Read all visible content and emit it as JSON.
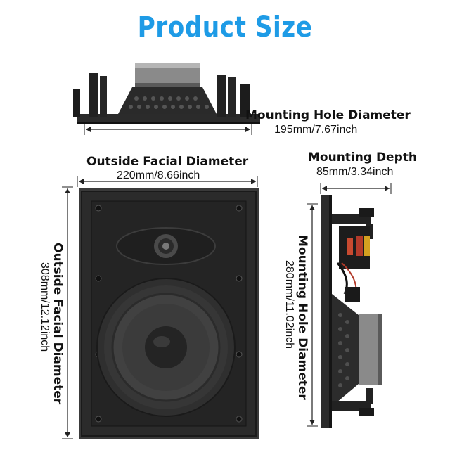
{
  "title": "Product Size",
  "mounting_hole_diameter_top": {
    "label": "Mounting Hole Diameter",
    "value": "195mm/7.67inch"
  },
  "outside_facial_width": {
    "label": "Outside Facial Diameter",
    "value": "220mm/8.66inch"
  },
  "mounting_depth": {
    "label": "Mounting Depth",
    "value": "85mm/3.34inch"
  },
  "outside_facial_height": {
    "label": "Outside Facial Diameter",
    "value": "308mm/12.12inch"
  },
  "mounting_hole_height": {
    "label": "Mounting Hole Diameter",
    "value": "280mm/11.02inch"
  },
  "colors": {
    "title": "#1e9be6",
    "speaker_frame": "#2e2e2e",
    "cone": "#3a3a3a",
    "dimension_line": "#222222"
  }
}
